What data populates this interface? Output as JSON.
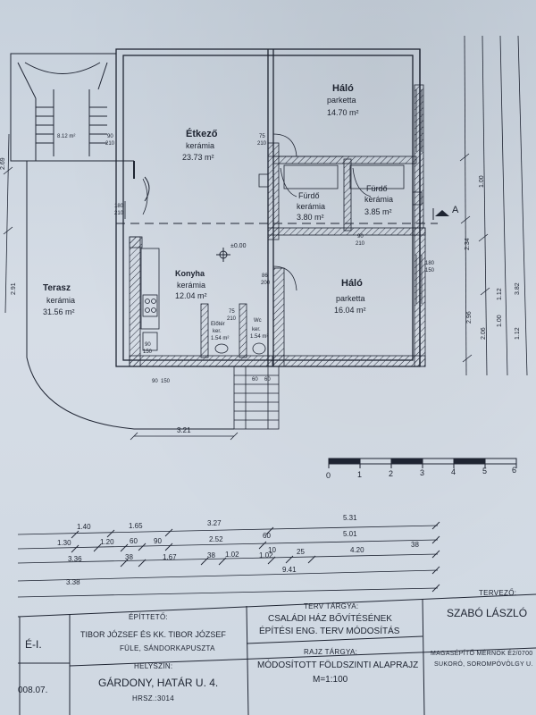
{
  "rooms": {
    "haloTop": {
      "name": "Háló",
      "floor": "parketta",
      "area": "14.70 m²"
    },
    "etkezo": {
      "name": "Étkező",
      "floor": "kerámia",
      "area": "23.73 m²"
    },
    "furdo1": {
      "name": "Fürdő",
      "floor": "kerámia",
      "area": "3.80 m²"
    },
    "furdo2": {
      "name": "Fürdő",
      "floor": "kerámia",
      "area": "3.85 m²"
    },
    "konyha": {
      "name": "Konyha",
      "floor": "kerámia",
      "area": "12.04 m²"
    },
    "haloBottom": {
      "name": "Háló",
      "floor": "parketta",
      "area": "16.04 m²"
    },
    "terasz": {
      "name": "Terasz",
      "floor": "kerámia",
      "area": "31.56 m²"
    },
    "eloter": {
      "name": "Előtér",
      "floor": "ker.",
      "area": "1.54 m²"
    },
    "wc": {
      "name": "Wc",
      "floor": "ker.",
      "area": "1.54 m²"
    }
  },
  "marks": {
    "level": "±0.00",
    "section": "A",
    "stair_area": "8.12 m²"
  },
  "openings": [
    {
      "w": "75",
      "h": "210"
    },
    {
      "w": "90",
      "h": "210"
    },
    {
      "w": "90",
      "h": "210"
    },
    {
      "w": "180",
      "h": "210"
    },
    {
      "w": "86",
      "h": "200"
    },
    {
      "w": "75",
      "h": "210"
    },
    {
      "w": "90",
      "h": "150"
    },
    {
      "w": "90",
      "h": "150"
    },
    {
      "w": "180",
      "h": "150"
    },
    {
      "w": "60",
      "h": "60"
    }
  ],
  "dims": {
    "terrace_width": "3.21",
    "row1": [
      "1.40",
      "1.65",
      "3.27",
      "5.31"
    ],
    "row2": [
      "1.30",
      "1.20",
      "60",
      "90",
      "2.52",
      "60",
      "5.01"
    ],
    "row3": [
      "3.36",
      "38",
      "1.67",
      "38",
      "1.02",
      "10",
      "1.02",
      "25",
      "4.20",
      "38"
    ],
    "row3_total": "9.41",
    "row4": [
      "3.38"
    ],
    "right": [
      "2.34",
      "1.00",
      "2.96",
      "2.06",
      "1.00",
      "3.82",
      "1.12",
      "1.12"
    ],
    "left": [
      "2.69",
      "2.91"
    ]
  },
  "scale_bar": [
    "0",
    "1",
    "2",
    "3",
    "4",
    "5",
    "6"
  ],
  "title_block": {
    "builder_label": "ÉPÍTTETŐ:",
    "builder": "TIBOR JÓZSEF ÉS KK. TIBOR JÓZSEF",
    "builder_addr": "FÜLE, SÁNDORKAPUSZTA",
    "subject_label": "TERV TÁRGYA:",
    "subject_1": "CSALÁDI HÁZ BŐVÍTÉSÉNEK",
    "subject_2": "ÉPÍTÉSI ENG. TERV MÓDOSÍTÁS",
    "designer_label": "TERVEZŐ:",
    "designer": "SZABÓ LÁSZLÓ",
    "designer_title": "MAGASÉPÍTŐ MÉRNÖK É2/0700",
    "designer_addr": "SUKORÓ, SOROMPÓVÖLGY U.",
    "location_label": "HELYSZÍN:",
    "location": "GÁRDONY, HATÁR U. 4.",
    "hrsz": "HRSZ.:3014",
    "drawing_label": "RAJZ TÁRGYA:",
    "drawing": "MÓDOSÍTOTT FÖLDSZINTI ALAPRAJZ",
    "scale": "M=1:100",
    "sheet_code": "É-I.",
    "date": "008.07."
  }
}
